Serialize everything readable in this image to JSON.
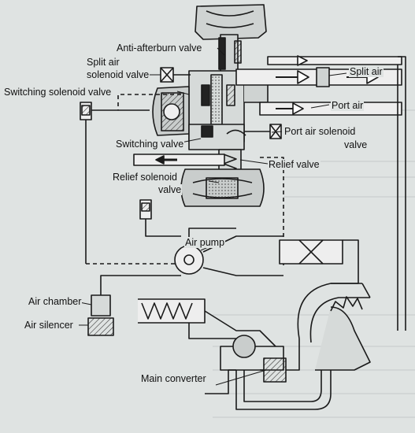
{
  "labels": {
    "anti_afterburn_valve": "Anti-afterburn valve",
    "split_air_solenoid_valve_1": "Split air",
    "split_air_solenoid_valve_2": "solenoid valve",
    "switching_solenoid_valve": "Switching solenoid valve",
    "split_air": "Split air",
    "port_air": "Port air",
    "port_air_solenoid_valve_1": "Port air solenoid",
    "port_air_solenoid_valve_2": "valve",
    "switching_valve": "Switching valve",
    "relief_valve": "Relief valve",
    "relief_solenoid_valve_1": "Relief solenoid",
    "relief_solenoid_valve_2": "valve",
    "air_pump": "Air pump",
    "air_chamber": "Air chamber",
    "air_silencer": "Air silencer",
    "main_converter": "Main converter"
  },
  "colors": {
    "line": "#1a1a1a",
    "paper": "#dfe3e2",
    "shade": "#8a8f8f"
  }
}
